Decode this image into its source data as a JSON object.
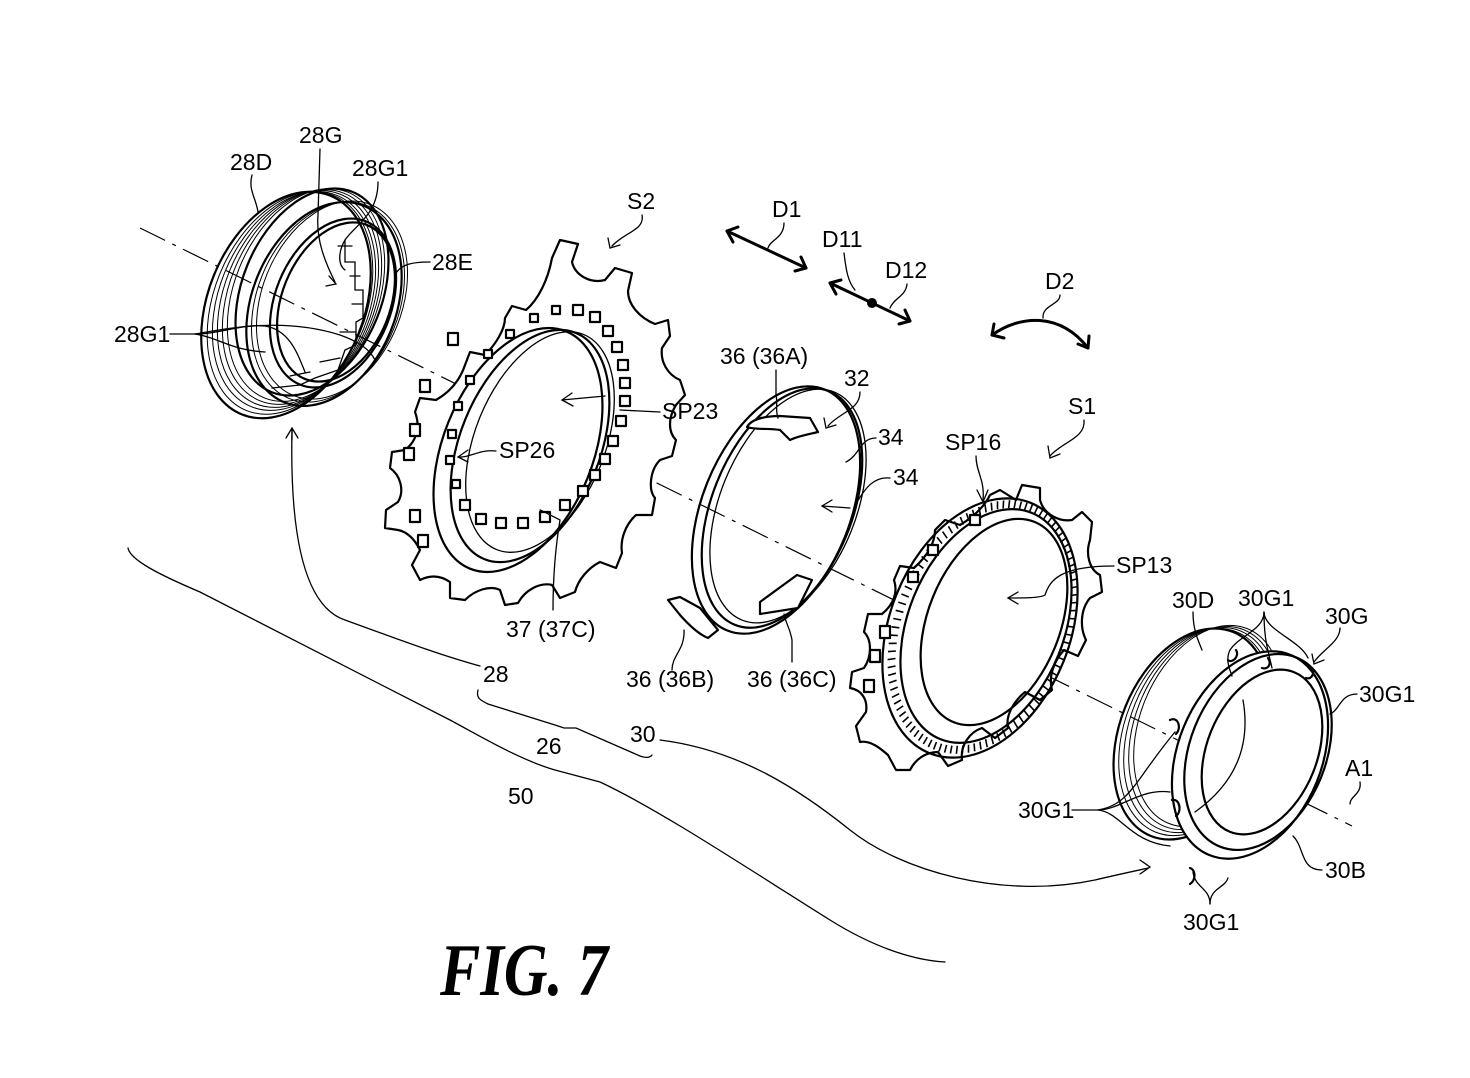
{
  "figure": {
    "title": "FIG. 7",
    "type": "exploded perspective patent drawing"
  },
  "axis_label": "A1",
  "direction_labels": {
    "d1": "D1",
    "d11": "D11",
    "d12": "D12",
    "d2": "D2"
  },
  "components": {
    "ring_28": {
      "labels": {
        "r28D": "28D",
        "r28G": "28G",
        "r28G1_top": "28G1",
        "r28E": "28E",
        "r28G1_left": "28G1"
      }
    },
    "sprocket_s2": {
      "labels": {
        "s2": "S2",
        "sp23": "SP23",
        "sp26": "SP26",
        "p37": "37 (37C)"
      }
    },
    "spacer_32": {
      "labels": {
        "p32": "32",
        "p36a": "36 (36A)",
        "p34a": "34",
        "p34b": "34",
        "p36b": "36 (36B)",
        "p36c": "36 (36C)"
      }
    },
    "sprocket_s1": {
      "labels": {
        "s1": "S1",
        "sp16": "SP16",
        "sp13": "SP13"
      }
    },
    "ring_30": {
      "labels": {
        "r30D": "30D",
        "r30G1_top": "30G1",
        "r30G": "30G",
        "r30G1_right": "30G1",
        "r30G1_left": "30G1",
        "r30B": "30B",
        "r30G1_bottom": "30G1"
      }
    }
  },
  "assembly_labels": {
    "p28": "28",
    "p26": "26",
    "p30": "30",
    "p50": "50"
  }
}
